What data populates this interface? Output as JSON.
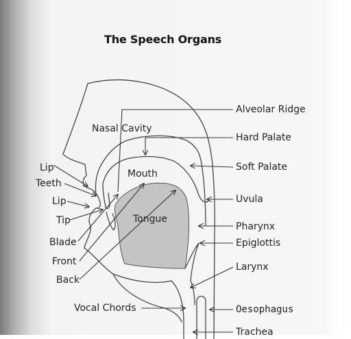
{
  "title": "The Speech Organs",
  "labels": {
    "nasal_cavity": "Nasal Cavity",
    "mouth": "Mouth",
    "tongue": "Tongue",
    "lip_upper": "Lip",
    "teeth": "Teeth",
    "lip_lower": "Lip",
    "tip": "Tip",
    "blade": "Blade",
    "front": "Front",
    "back": "Back",
    "vocal_chords": "Vocal Chords",
    "alveolar_ridge": "Alveolar Ridge",
    "hard_palate": "Hard Palate",
    "soft_palate": "Soft Palate",
    "uvula": "Uvula",
    "pharynx": "Pharynx",
    "epiglottis": "Epiglottis",
    "larynx": "Larynx",
    "oesophagus": "Oesophagus",
    "trachea": "Trachea"
  },
  "colors": {
    "tongue_fill": "#c4c4c4",
    "line": "#444444",
    "text": "#222222"
  }
}
